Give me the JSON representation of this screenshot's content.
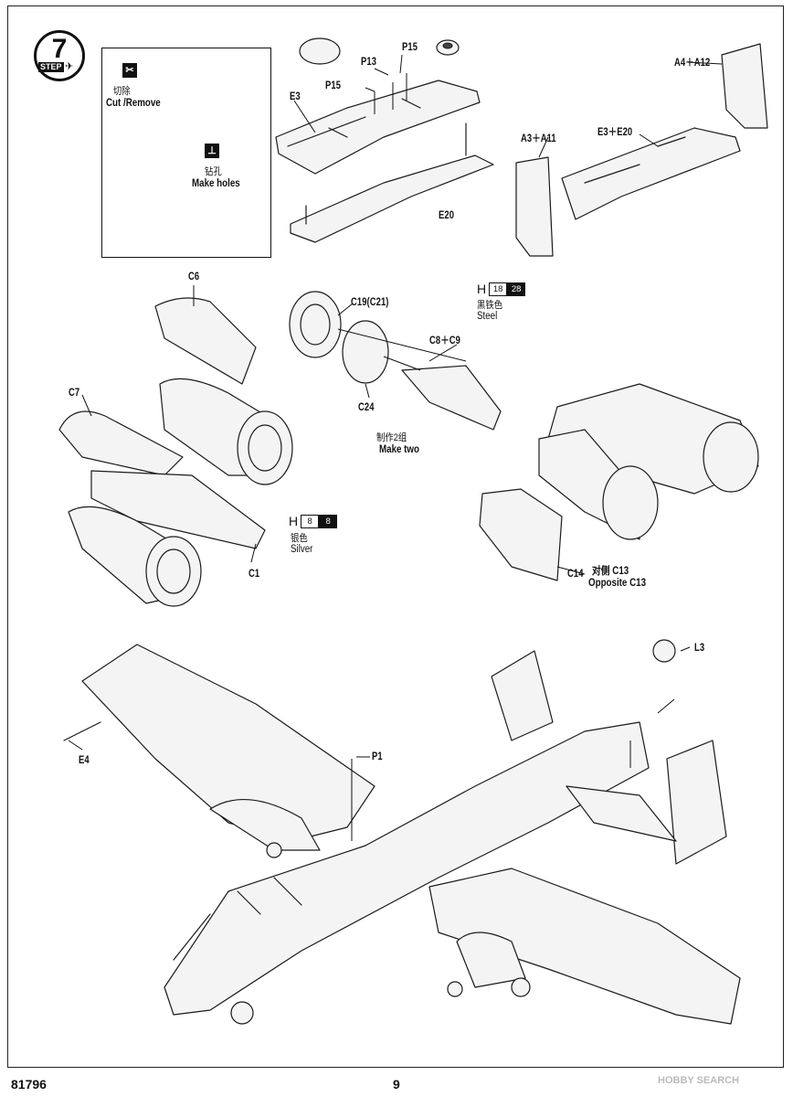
{
  "step": {
    "label": "STEP",
    "number": "7"
  },
  "inset": {
    "cut_cn": "切除",
    "cut_en": "Cut /Remove",
    "holes_cn": "钻孔",
    "holes_en": "Make holes"
  },
  "parts": {
    "E3": "E3",
    "P13": "P13",
    "P15a": "P15",
    "P15b": "P15",
    "E20": "E20",
    "A4A12": "A4＋A12",
    "A3A11": "A3＋A11",
    "E3E20": "E3＋E20",
    "C6": "C6",
    "C7": "C7",
    "C1": "C1",
    "C19C21": "C19(C21)",
    "C8C9": "C8＋C9",
    "C24": "C24",
    "C14": "C14",
    "L3": "L3",
    "P1": "P1",
    "E4": "E4"
  },
  "notes": {
    "make_two_cn": "制作2组",
    "make_two_en": "Make two",
    "opposite_cn": "对侧 C13",
    "opposite_en": "Opposite C13"
  },
  "paints": {
    "steel": {
      "letter": "H",
      "code1": "18",
      "code2": "28",
      "cn": "黑铁色",
      "en": "Steel"
    },
    "silver": {
      "letter": "H",
      "code1": "8",
      "code2": "8",
      "cn": "银色",
      "en": "Silver"
    }
  },
  "footer": {
    "catalog": "81796",
    "page": "9",
    "watermark": "HOBBY SEARCH"
  }
}
